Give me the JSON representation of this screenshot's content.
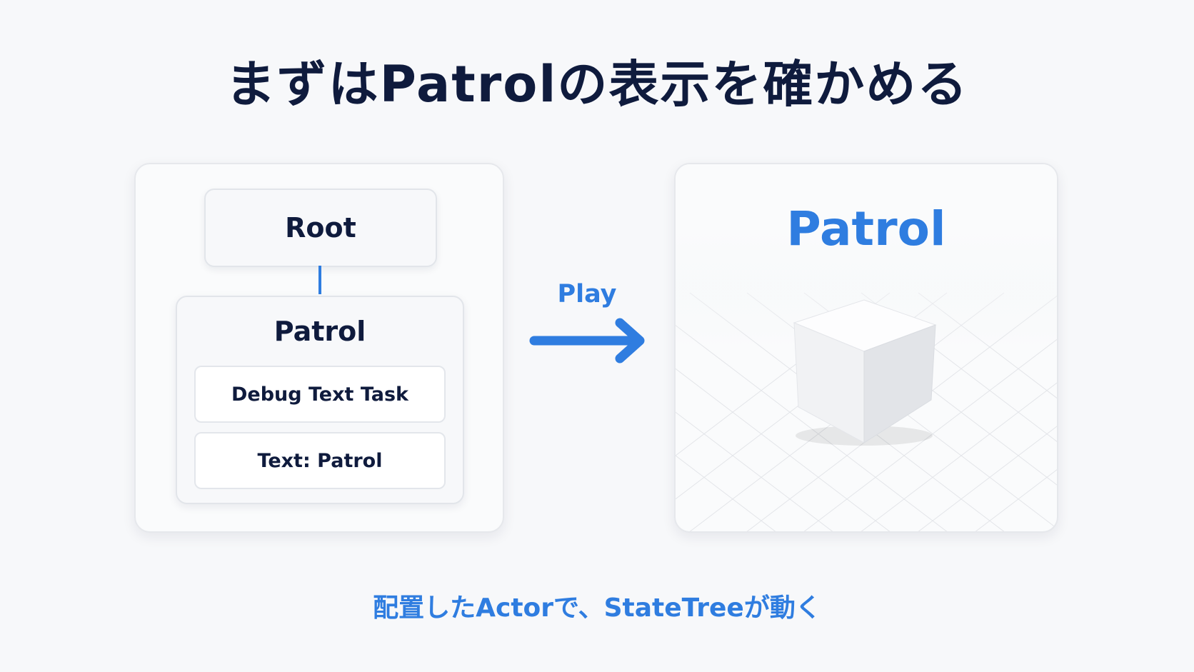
{
  "title": "まずはPatrolの表示を確かめる",
  "left_panel": {
    "root_label": "Root",
    "state_label": "Patrol",
    "task_label": "Debug Text Task",
    "text_param_label": "Text: Patrol"
  },
  "transition": {
    "play_label": "Play"
  },
  "right_panel": {
    "display_text": "Patrol"
  },
  "footer": "配置したActorで、StateTreeが動く",
  "colors": {
    "accent": "#2f7de0",
    "title_text": "#0f1b3d",
    "background": "#f7f8fa"
  }
}
